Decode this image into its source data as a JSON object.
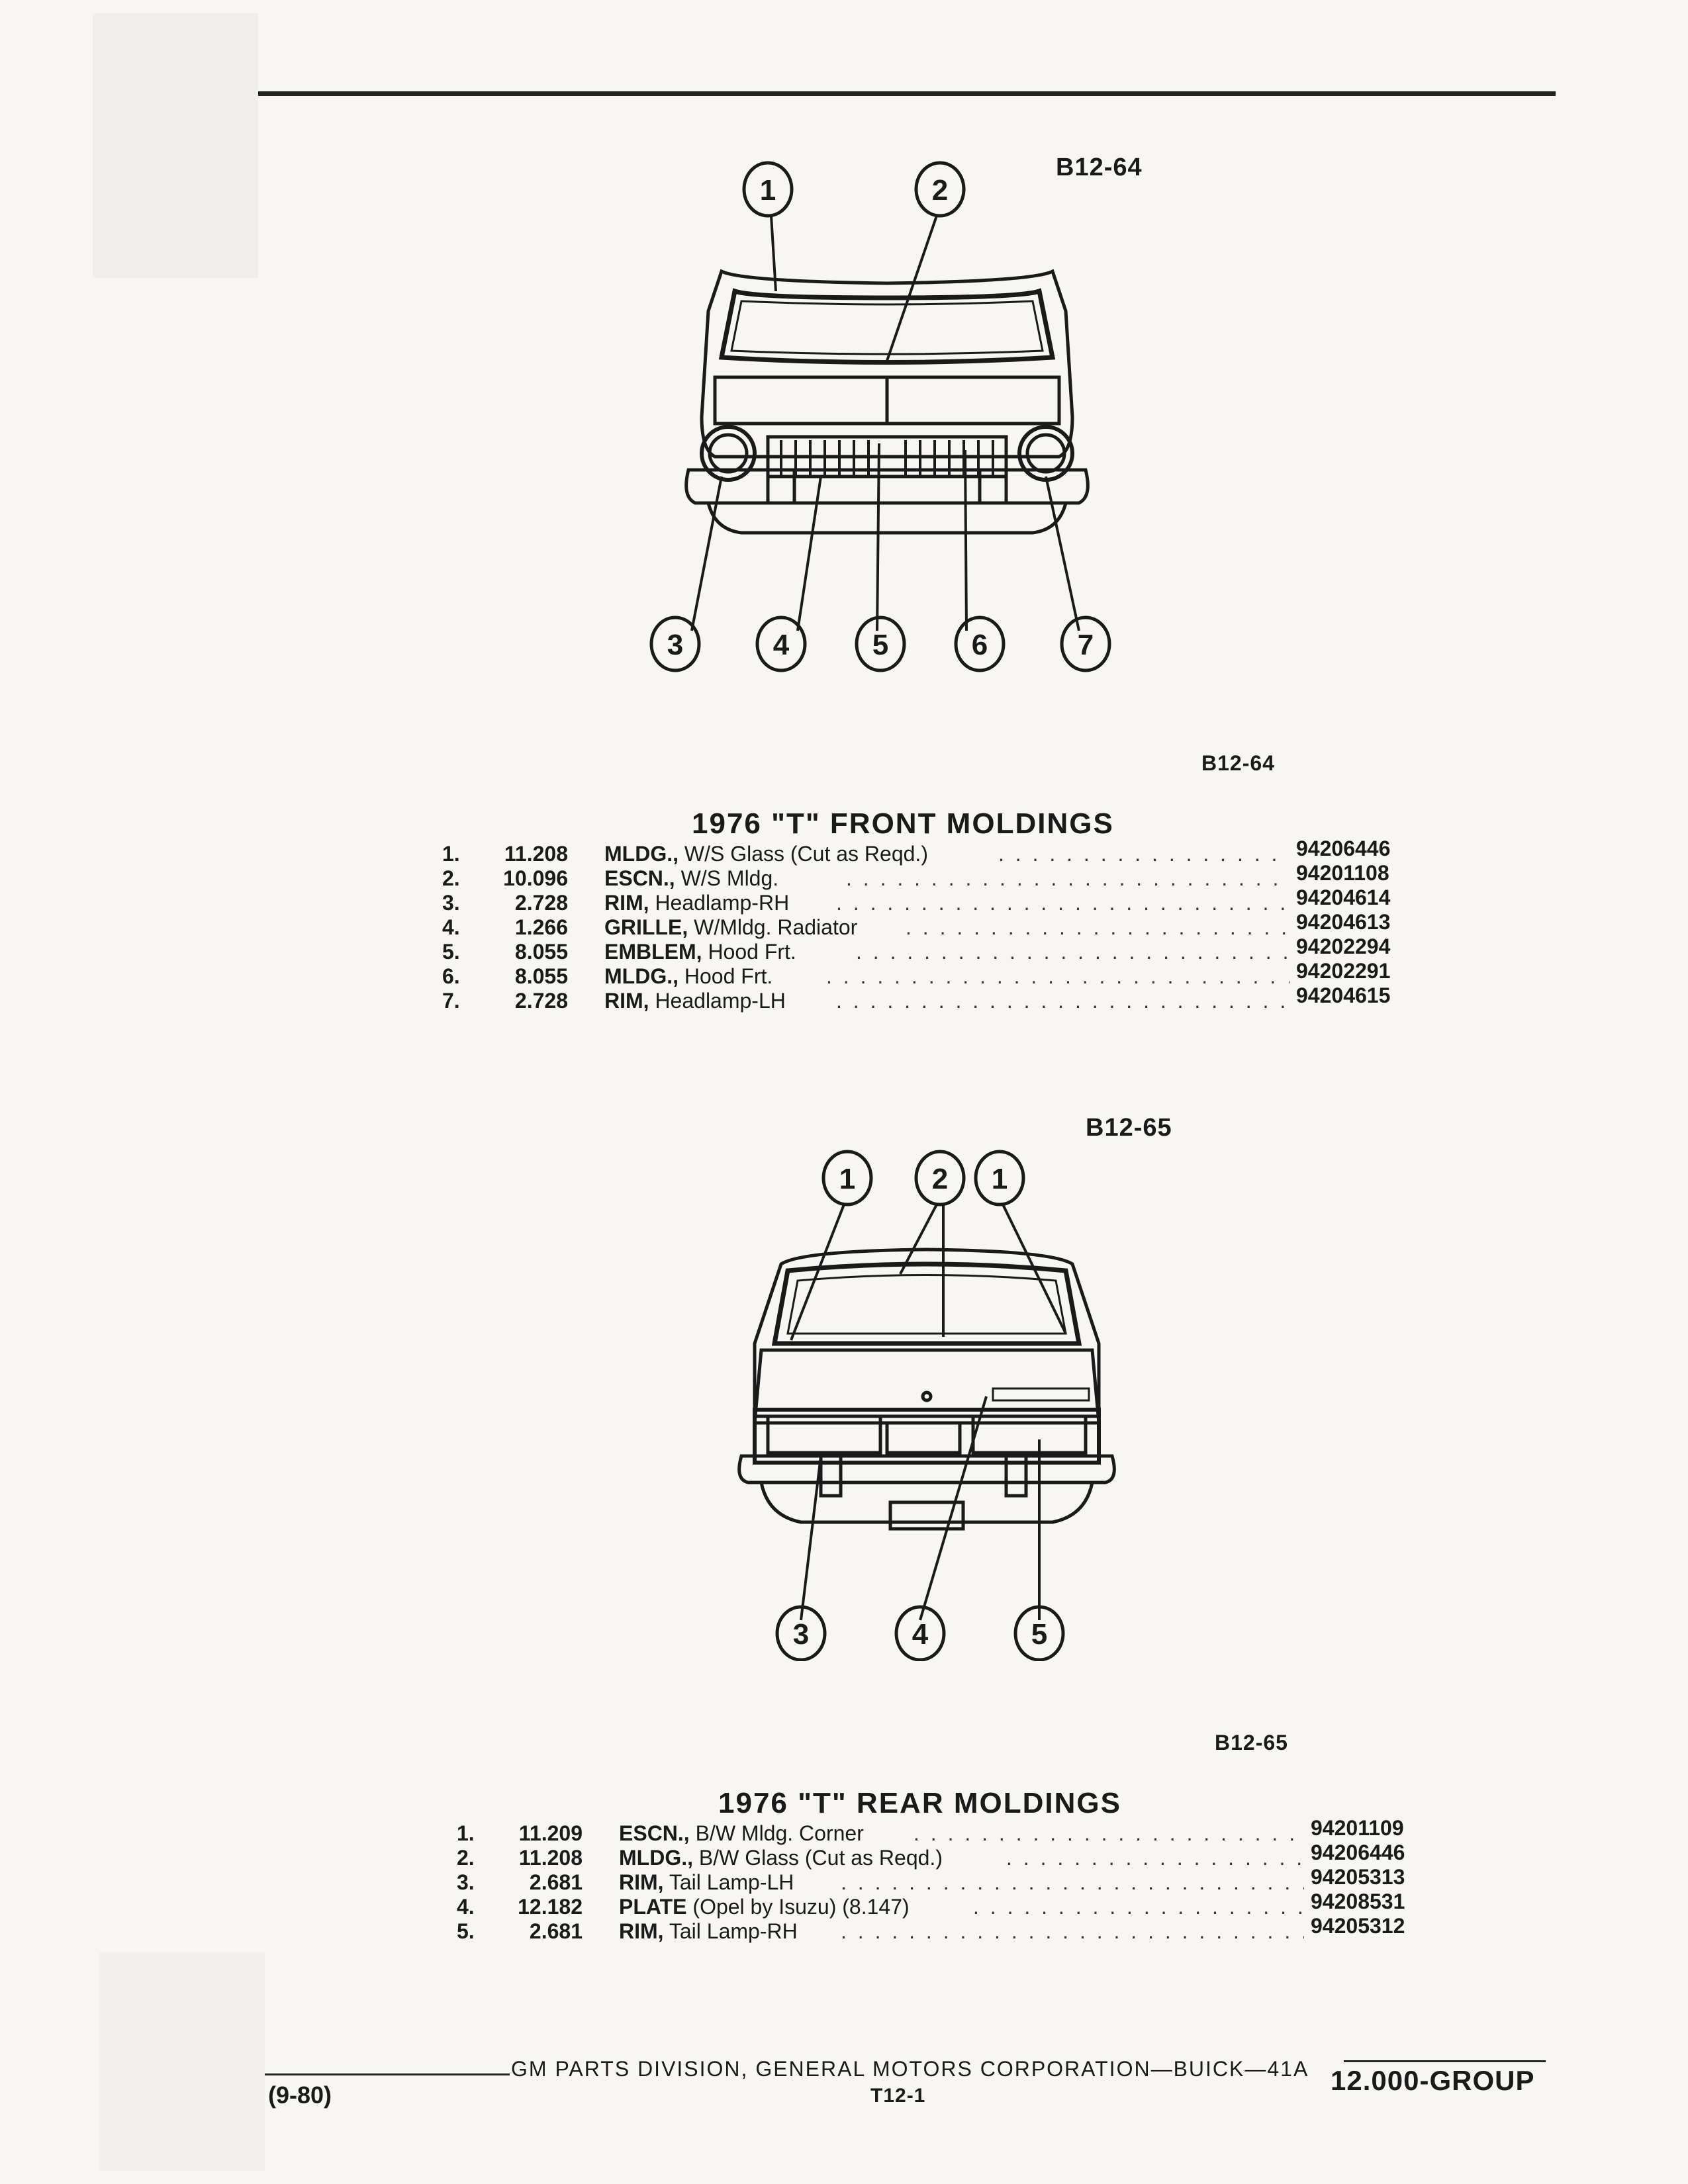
{
  "figure1": {
    "code_top": "B12-64",
    "code_bottom": "B12-64",
    "callouts": [
      "1",
      "2",
      "3",
      "4",
      "5",
      "6",
      "7"
    ]
  },
  "section1": {
    "title": "1976 \"T\" FRONT MOLDINGS",
    "items": [
      {
        "num": "1.",
        "group": "11.208",
        "name": "MLDG.,",
        "desc": " W/S Glass (Cut as Reqd.)",
        "part": "94206446"
      },
      {
        "num": "2.",
        "group": "10.096",
        "name": "ESCN.,",
        "desc": " W/S Mldg.",
        "part": "94201108"
      },
      {
        "num": "3.",
        "group": "2.728",
        "name": "RIM,",
        "desc": " Headlamp-RH",
        "part": "94204614"
      },
      {
        "num": "4.",
        "group": "1.266",
        "name": "GRILLE,",
        "desc": " W/Mldg. Radiator",
        "part": "94204613"
      },
      {
        "num": "5.",
        "group": "8.055",
        "name": "EMBLEM,",
        "desc": " Hood Frt.",
        "part": "94202294"
      },
      {
        "num": "6.",
        "group": "8.055",
        "name": "MLDG.,",
        "desc": " Hood Frt.",
        "part": "94202291"
      },
      {
        "num": "7.",
        "group": "2.728",
        "name": "RIM,",
        "desc": " Headlamp-LH",
        "part": "94204615"
      }
    ]
  },
  "figure2": {
    "code_top": "B12-65",
    "code_bottom": "B12-65",
    "callouts": [
      "1",
      "2",
      "1",
      "3",
      "4",
      "5"
    ]
  },
  "section2": {
    "title": "1976 \"T\" REAR MOLDINGS",
    "items": [
      {
        "num": "1.",
        "group": "11.209",
        "name": "ESCN.,",
        "desc": " B/W Mldg. Corner",
        "part": "94201109"
      },
      {
        "num": "2.",
        "group": "11.208",
        "name": "MLDG.,",
        "desc": " B/W Glass (Cut as Reqd.)",
        "part": "94206446"
      },
      {
        "num": "3.",
        "group": "2.681",
        "name": "RIM,",
        "desc": " Tail Lamp-LH",
        "part": "94205313"
      },
      {
        "num": "4.",
        "group": "12.182",
        "name": "PLATE",
        "desc": " (Opel by Isuzu) (8.147)",
        "part": "94208531"
      },
      {
        "num": "5.",
        "group": "2.681",
        "name": "RIM,",
        "desc": " Tail Lamp-RH",
        "part": "94205312"
      }
    ]
  },
  "footer": {
    "center": "GM PARTS DIVISION, GENERAL MOTORS CORPORATION—BUICK—41A",
    "date": "(9-80)",
    "page": "T12-1",
    "group": "12.000-GROUP"
  }
}
